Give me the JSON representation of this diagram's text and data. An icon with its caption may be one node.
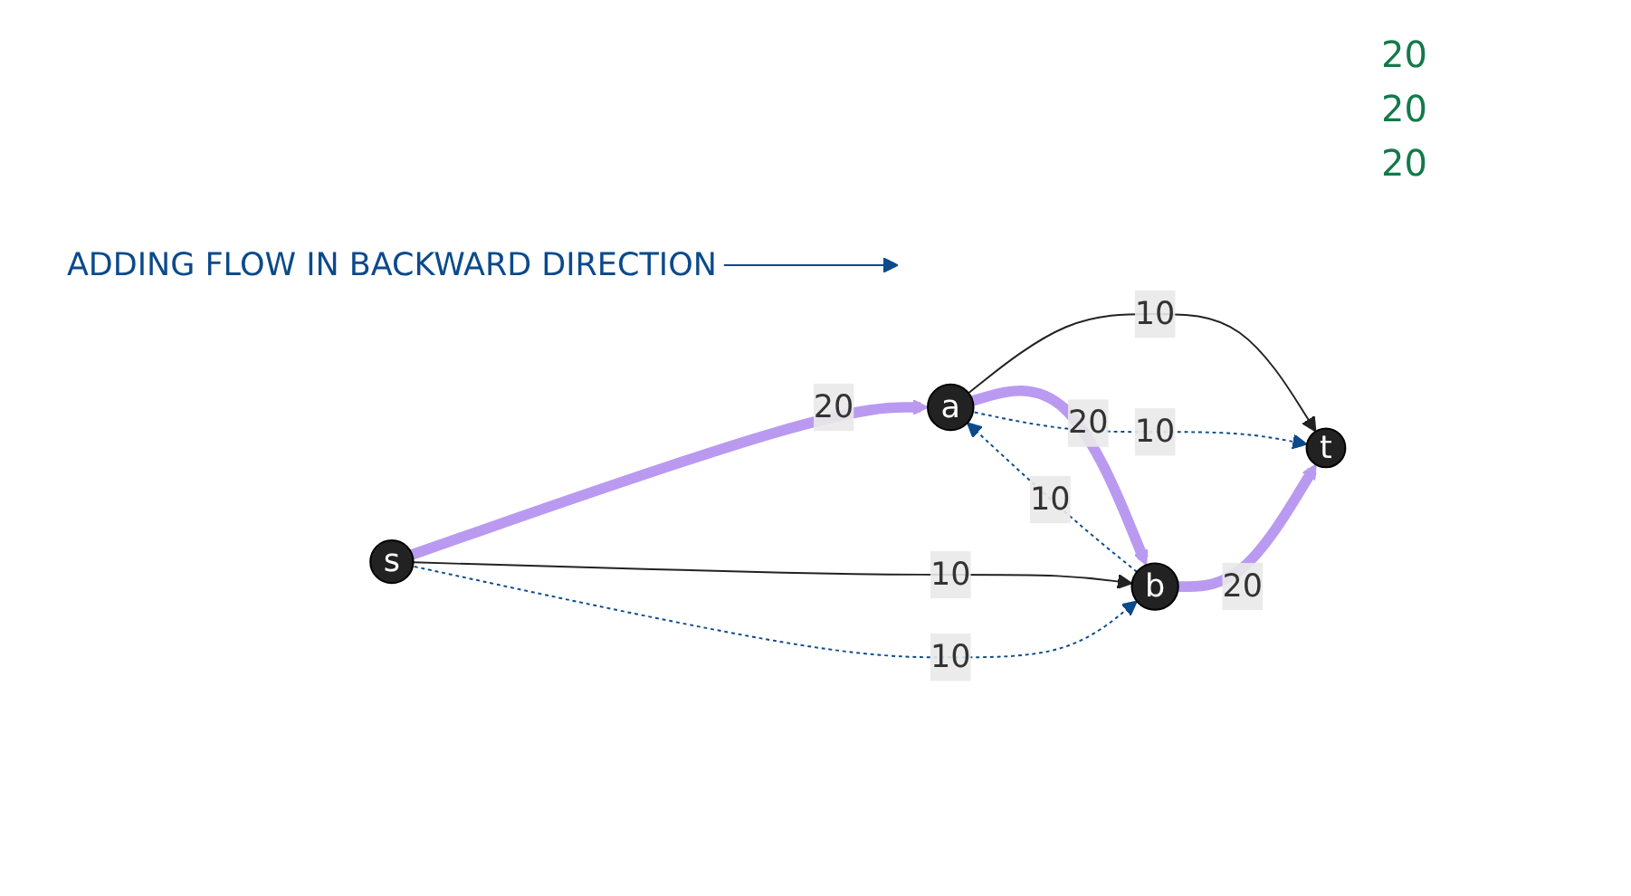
{
  "diagram": {
    "nodes": [
      {
        "text": [
          "s"
        ]
      },
      {
        "text": [
          "a"
        ]
      },
      {
        "text": [
          "b"
        ]
      },
      {
        "text": [
          "t"
        ]
      },
      {
        "text": [
          "ADDING FLOW IN BACKWARD DIRECTION"
        ]
      }
    ],
    "edges": [
      {
        "from": 0,
        "to": 1,
        "arrow": "to",
        "label": "20",
        "style": "thick",
        "color": "#b99af0"
      },
      {
        "from": 1,
        "to": 3,
        "arrow": "to",
        "label": "10",
        "color": "#222222"
      },
      {
        "from": 0,
        "to": 2,
        "arrow": "to",
        "label": "10",
        "color": "#222222"
      },
      {
        "from": 1,
        "to": 2,
        "arrow": "to",
        "label": "20",
        "style": "thick",
        "color": "#b99af0"
      },
      {
        "from": 2,
        "to": 3,
        "arrow": "to",
        "label": "20",
        "style": "thick",
        "color": "#b99af0"
      },
      {
        "from": 0,
        "to": 2,
        "arrow": "to",
        "label": "10",
        "style": "dashed",
        "color": "#0b4a8b"
      },
      {
        "from": 2,
        "to": 1,
        "arrow": "to",
        "label": "10",
        "style": "dashed",
        "color": "#0b4a8b"
      },
      {
        "from": 1,
        "to": 3,
        "arrow": "to",
        "label": "10",
        "style": "dashed",
        "color": "#0b4a8b"
      },
      {
        "from": 4,
        "to": null,
        "arrow": "to",
        "color": "#0b4a8b"
      }
    ],
    "labels": [
      "20",
      "20",
      "20"
    ]
  }
}
